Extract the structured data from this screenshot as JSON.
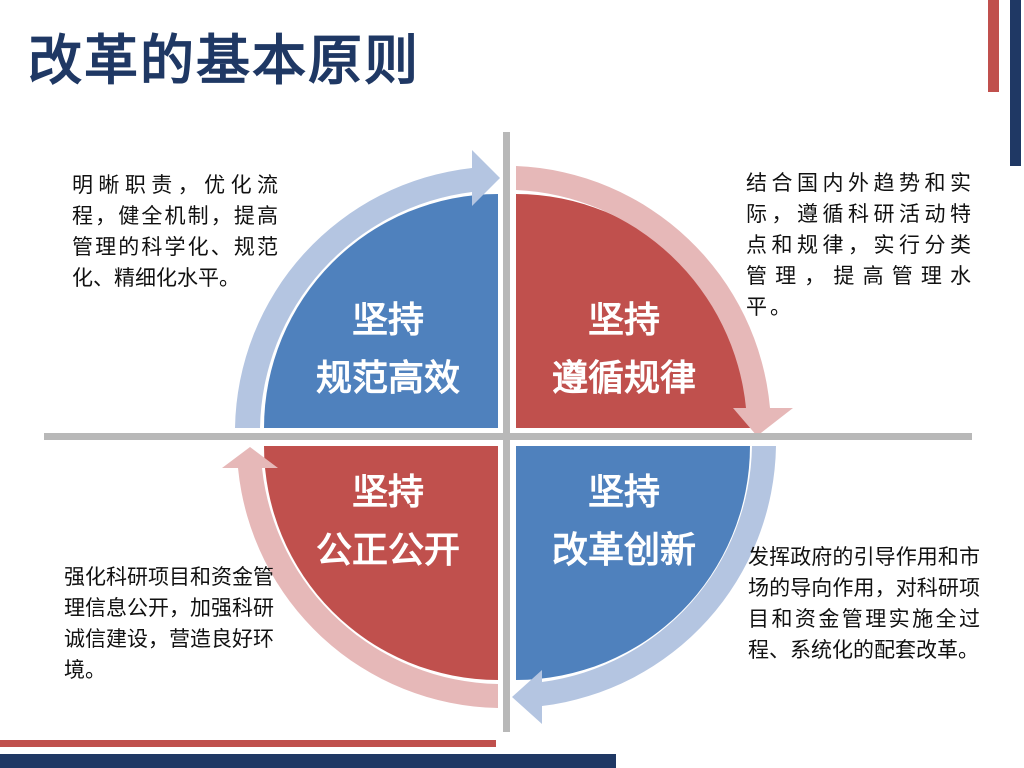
{
  "title": "改革的基本原则",
  "colors": {
    "title": "#1f3864",
    "blue": "#4f81bd",
    "red": "#c0504d",
    "blue_arrow": "#b4c5e1",
    "red_arrow": "#e6b8b8",
    "divider": "#b8b8b8",
    "accent_red": "#c0504d",
    "accent_navy": "#1f3864"
  },
  "quadrants": {
    "top_left": {
      "line1": "坚持",
      "line2": "规范高效",
      "color": "blue"
    },
    "top_right": {
      "line1": "坚持",
      "line2": "遵循规律",
      "color": "red"
    },
    "bottom_left": {
      "line1": "坚持",
      "line2": "公正公开",
      "color": "red"
    },
    "bottom_right": {
      "line1": "坚持",
      "line2": "改革创新",
      "color": "blue"
    }
  },
  "descriptions": {
    "top_left": "明晰职责，优化流程，健全机制，提高管理的科学化、规范化、精细化水平。",
    "top_right": "结合国内外趋势和实际，遵循科研活动特点和规律，实行分类管理，提高管理水平。",
    "bottom_left": "强化科研项目和资金管理信息公开，加强科研诚信建设，营造良好环境。",
    "bottom_right": "发挥政府的引导作用和市场的导向作用，对科研项目和资金管理实施全过程、系统化的配套改革。"
  }
}
